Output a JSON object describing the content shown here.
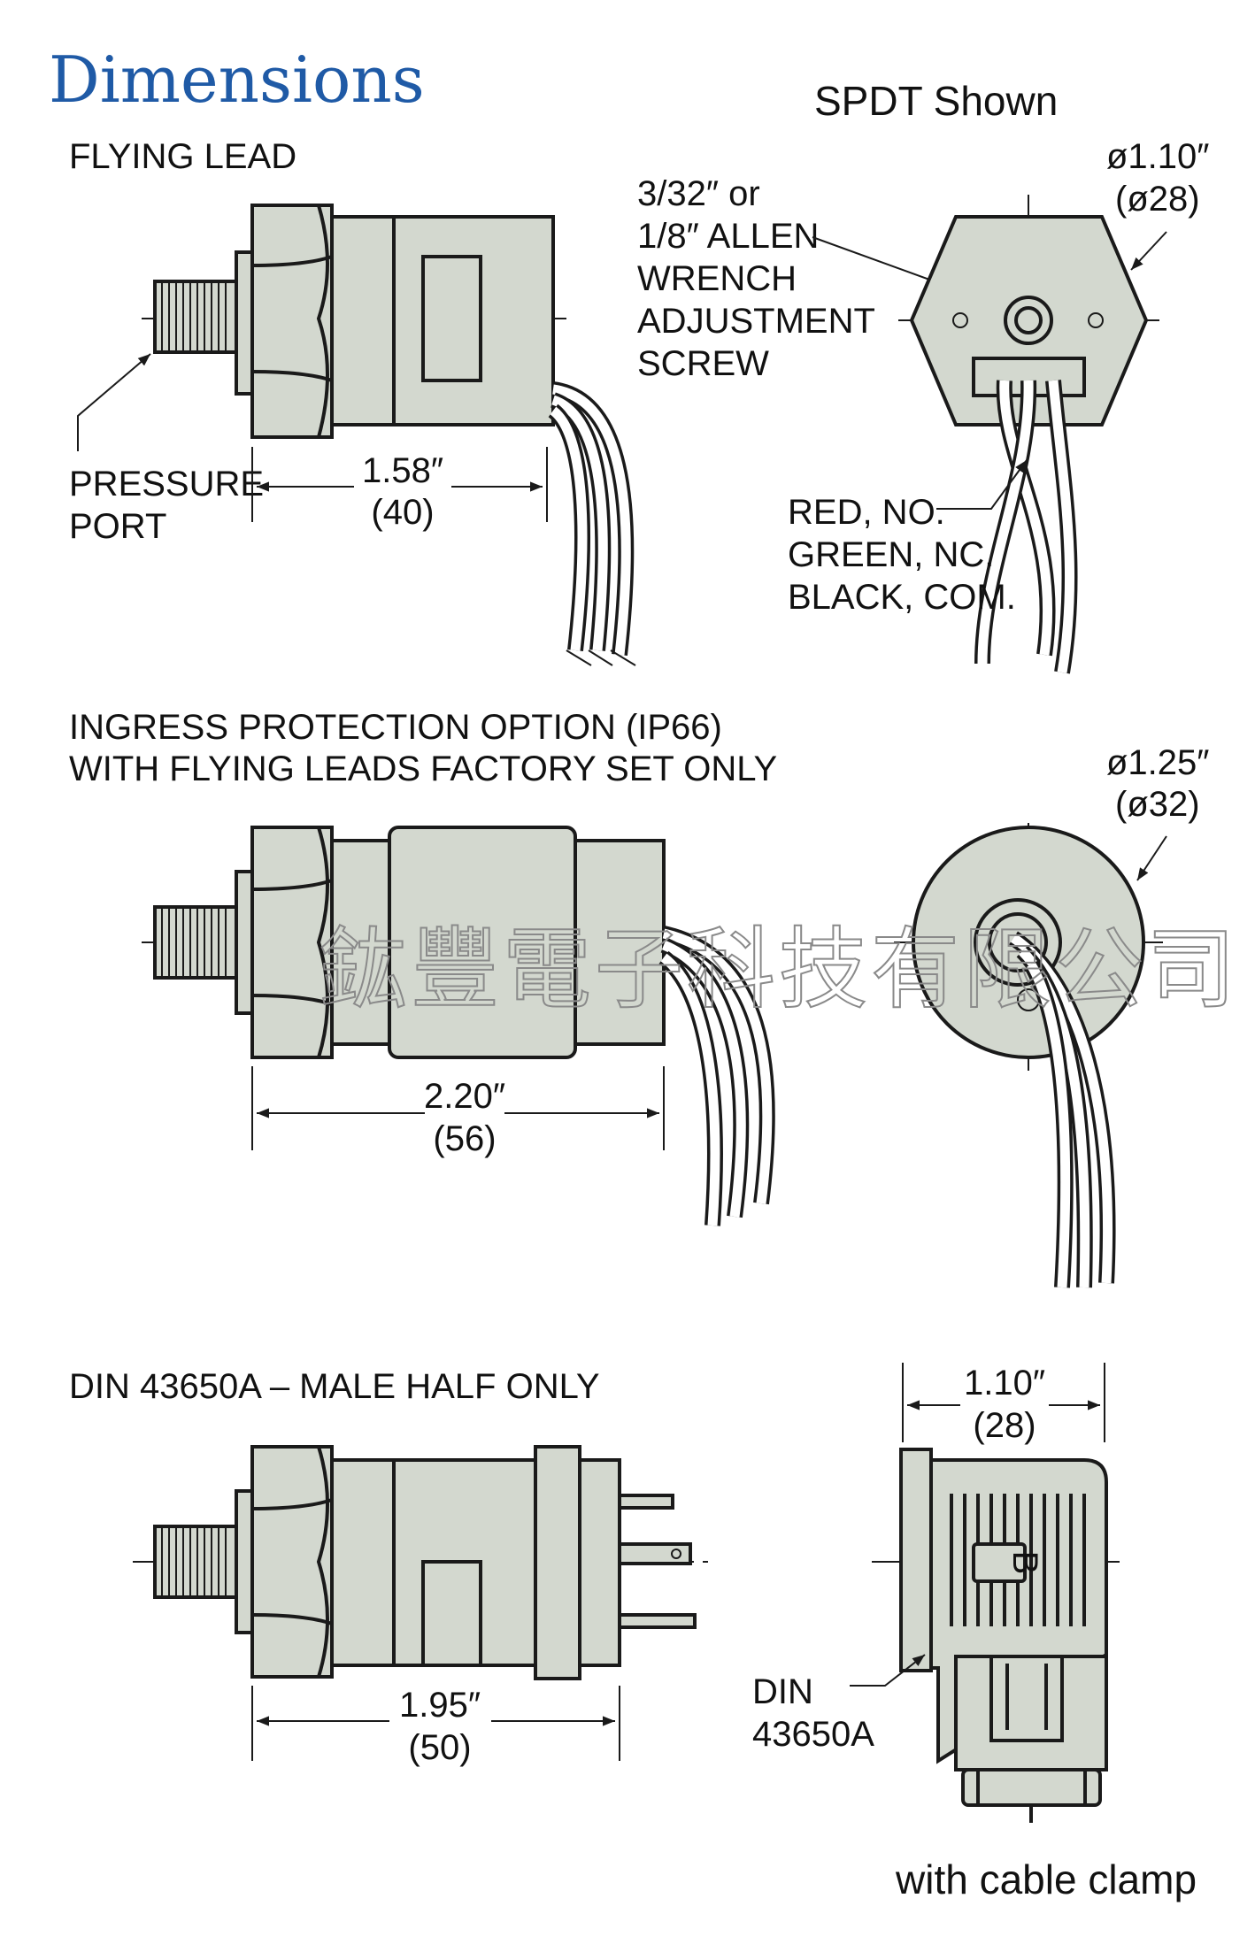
{
  "title": "Dimensions",
  "watermark": "鈜豐電子科技有限公司",
  "flying_lead": {
    "heading": "FLYING LEAD",
    "pressure_port_line1": "PRESSURE",
    "pressure_port_line2": "PORT",
    "length_in": "1.58″",
    "length_mm": "(40)"
  },
  "spdt": {
    "heading": "SPDT Shown",
    "diameter_in": "ø1.10″",
    "diameter_mm": "(ø28)",
    "wrench_lines": [
      "3/32″ or",
      "1/8″ ALLEN",
      "WRENCH",
      "ADJUSTMENT",
      "SCREW"
    ],
    "wire_lines": [
      "RED, NO.",
      "GREEN, NC.",
      "BLACK, COM."
    ]
  },
  "ingress": {
    "heading_line1": "INGRESS PROTECTION OPTION (IP66)",
    "heading_line2": "WITH FLYING LEADS FACTORY SET ONLY",
    "diameter_in": "ø1.25″",
    "diameter_mm": "(ø32)",
    "length_in": "2.20″",
    "length_mm": "(56)"
  },
  "din": {
    "heading": "DIN 43650A – MALE HALF ONLY",
    "length_in": "1.95″",
    "length_mm": "(50)",
    "width_in": "1.10″",
    "width_mm": "(28)",
    "connector_label_line1": "DIN",
    "connector_label_line2": "43650A",
    "caption": "with cable clamp",
    "connector_mark": "B"
  },
  "colors": {
    "title": "#1f5aa6",
    "body_fill": "#d3d8cf"
  }
}
